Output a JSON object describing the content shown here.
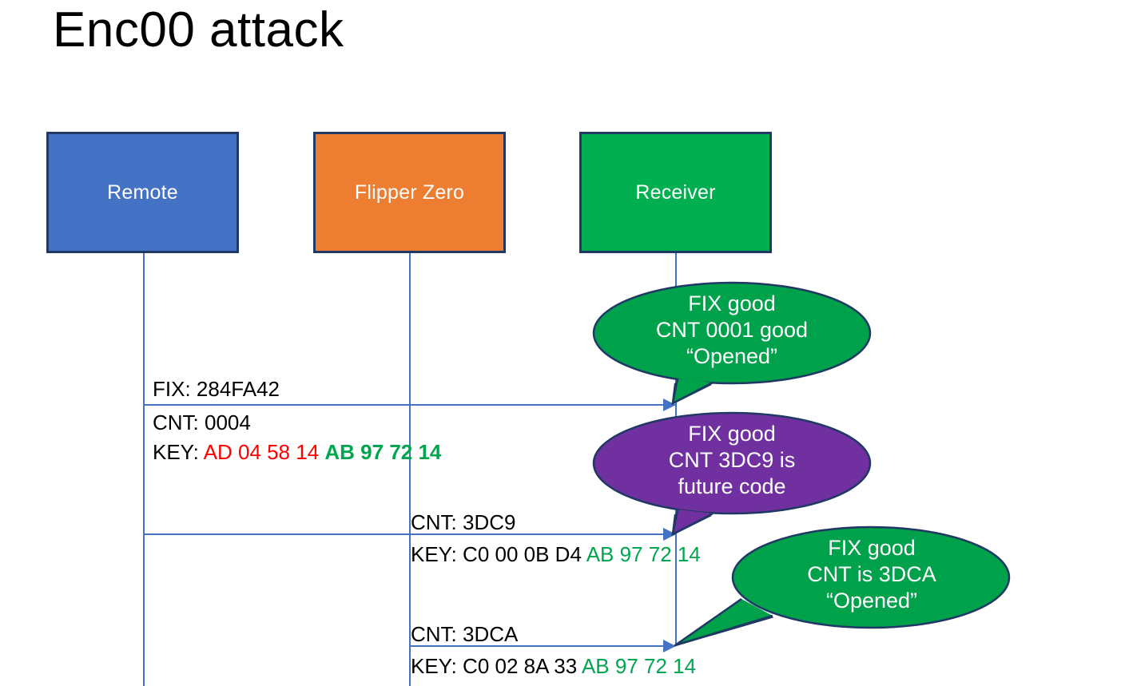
{
  "slide": {
    "title": "Enc00 attack",
    "background": "#FFFFFF"
  },
  "colors": {
    "remote": "#4472C4",
    "flipper": "#ED7D31",
    "receiver": "#00B050",
    "bubble_good": "#00A14B",
    "bubble_future": "#7030A0",
    "box_border": "#1F3864",
    "lifeline": "#4472C4",
    "key_manufacturer": "#FF0000",
    "key_serial": "#00A64F",
    "text": "#000000"
  },
  "actors": [
    {
      "id": "remote",
      "label": "Remote",
      "fill": "#4472C4"
    },
    {
      "id": "flipper",
      "label": "Flipper Zero",
      "fill": "#ED7D31"
    },
    {
      "id": "receiver",
      "label": "Receiver",
      "fill": "#00B050"
    }
  ],
  "messages": [
    {
      "id": "msg-1",
      "from": "remote",
      "to": "receiver",
      "lines": [
        {
          "segments": [
            {
              "text": "FIX: 284FA42",
              "style": "plain"
            }
          ]
        }
      ]
    },
    {
      "id": "msg-2",
      "from": "remote",
      "to": "receiver",
      "lines": [
        {
          "segments": [
            {
              "text": "CNT: 0004",
              "style": "plain"
            }
          ]
        },
        {
          "segments": [
            {
              "text": "KEY: ",
              "style": "plain"
            },
            {
              "text": "AD 04 58 14",
              "style": "red"
            },
            {
              "text": " ",
              "style": "plain"
            },
            {
              "text": "AB 97 72 14",
              "style": "green-bold"
            }
          ]
        }
      ]
    },
    {
      "id": "msg-3",
      "from": "flipper",
      "to": "receiver",
      "lines": [
        {
          "segments": [
            {
              "text": "CNT: 3DC9",
              "style": "plain"
            }
          ]
        }
      ]
    },
    {
      "id": "msg-4",
      "from": "flipper",
      "to": "receiver",
      "lines": [
        {
          "segments": [
            {
              "text": "KEY: C0 00 0B D4 ",
              "style": "plain"
            },
            {
              "text": "AB 97 72 14",
              "style": "green"
            }
          ]
        }
      ]
    },
    {
      "id": "msg-5",
      "from": "flipper",
      "to": "receiver",
      "lines": [
        {
          "segments": [
            {
              "text": "CNT: 3DCA",
              "style": "plain"
            }
          ]
        }
      ]
    },
    {
      "id": "msg-6",
      "from": "flipper",
      "to": "receiver",
      "lines": [
        {
          "segments": [
            {
              "text": "KEY: C0 02 8A 33 ",
              "style": "plain"
            },
            {
              "text": "AB 97 72 14",
              "style": "green"
            }
          ]
        }
      ]
    }
  ],
  "callouts": [
    {
      "id": "callout-1",
      "fill": "#00A14B",
      "lines": [
        "FIX good",
        "CNT 0001 good",
        "“Opened”"
      ]
    },
    {
      "id": "callout-2",
      "fill": "#7030A0",
      "lines": [
        "FIX good",
        "CNT 3DC9 is",
        "future code"
      ]
    },
    {
      "id": "callout-3",
      "fill": "#00A14B",
      "lines": [
        "FIX good",
        "CNT is 3DCA",
        "“Opened”"
      ]
    }
  ]
}
